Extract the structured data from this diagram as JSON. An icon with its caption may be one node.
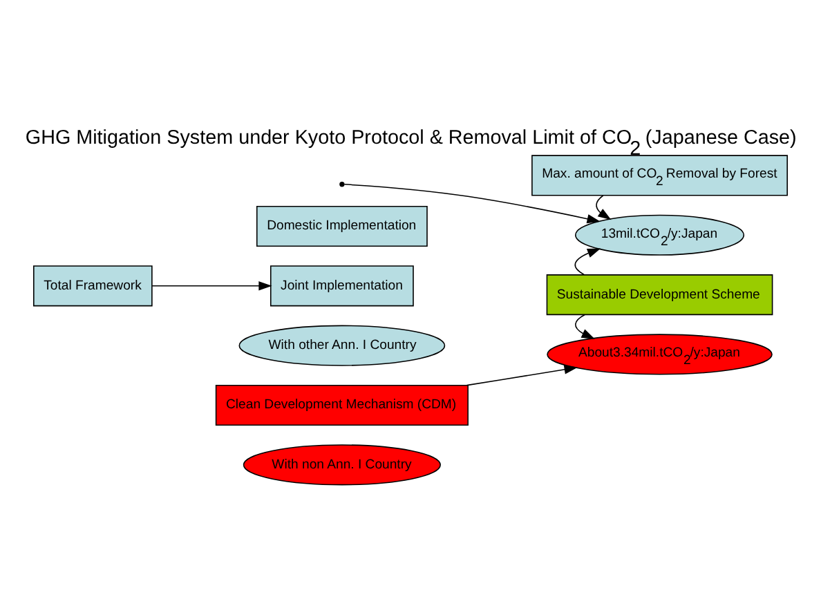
{
  "diagram": {
    "title": "GHG Mitigation System under Kyoto Protocol & Removal Limit of CO$_{2}$ (Japanese Case)",
    "nodes": [
      {
        "text": [
          "Total Framework"
        ]
      },
      {
        "text": [
          "Domestic Implementation"
        ]
      },
      {
        "text": [
          "Joint Implementation"
        ]
      },
      {
        "text": [
          "With other Ann. I Country"
        ]
      },
      {
        "text": [
          "Max. amount of CO$_{2}$ Removal by Forest"
        ]
      },
      {
        "text": [
          "13mil.tCO$_{2}$/y:Japan"
        ]
      },
      {
        "text": [
          "Sustainable Development Scheme"
        ]
      },
      {
        "text": [
          "Clean Development Mechanism (CDM)"
        ]
      },
      {
        "text": [
          "About3.34mil.tCO$_{2}$/y:Japan"
        ]
      },
      {
        "text": [
          "With non Ann. I Country"
        ]
      }
    ],
    "edges": [
      {
        "from": 0,
        "to": 2,
        "arrow": "to"
      },
      {
        "from": null,
        "to": 5,
        "arrow": "to"
      },
      {
        "from": 4,
        "to": 5,
        "arrow": "to"
      },
      {
        "from": 6,
        "to": 5,
        "arrow": "to"
      },
      {
        "from": 6,
        "to": 8,
        "arrow": "to"
      },
      {
        "from": 7,
        "to": 8,
        "arrow": "to"
      }
    ]
  }
}
